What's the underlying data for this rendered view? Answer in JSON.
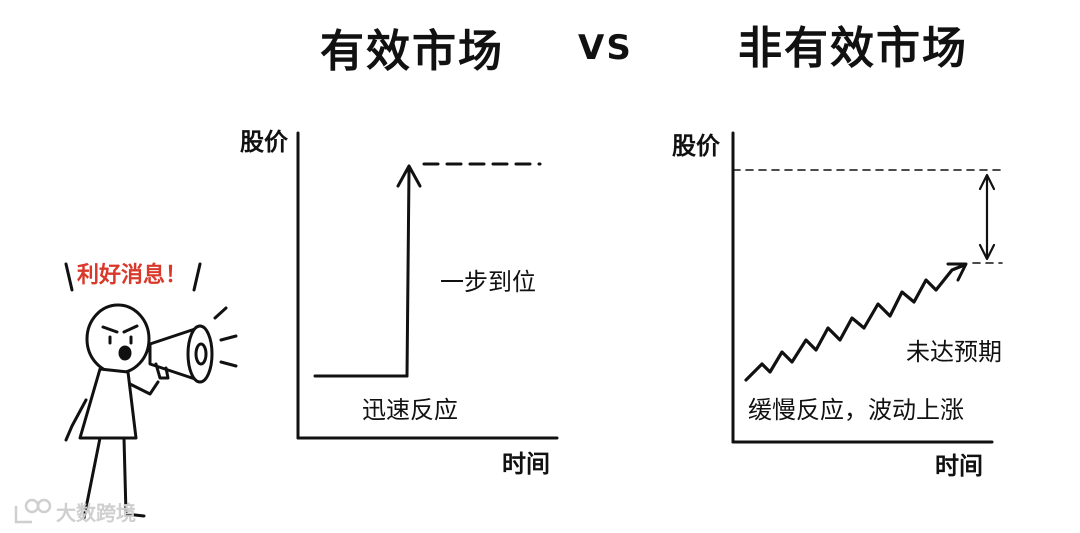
{
  "titles": {
    "left": "有效市场",
    "vs": "VS",
    "right": "非有效市场"
  },
  "efficient": {
    "ylabel": "股价",
    "xlabel": "时间",
    "jump_label": "一步到位",
    "reaction_label": "迅速反应"
  },
  "inefficient": {
    "ylabel": "股价",
    "xlabel": "时间",
    "gap_label": "未达预期",
    "reaction_label": "缓慢反应，波动上涨"
  },
  "character": {
    "news": "利好消息！"
  },
  "watermark": {
    "text": "大数跨境"
  },
  "colors": {
    "ink": "#111111",
    "accent": "#d9392b",
    "watermark": "#cfcfcf"
  }
}
